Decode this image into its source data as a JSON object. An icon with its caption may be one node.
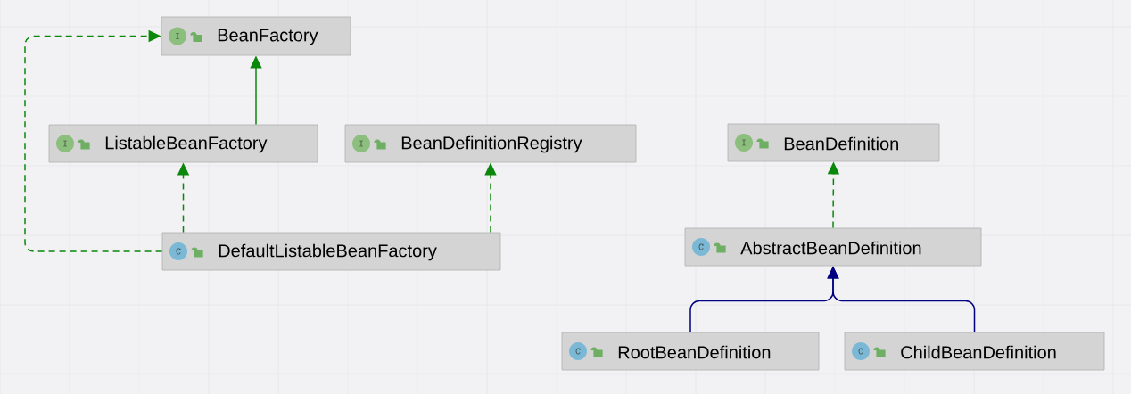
{
  "diagram": {
    "nodes": [
      {
        "text": [
          "I",
          "BeanFactory"
        ]
      },
      {
        "text": [
          "I",
          "ListableBeanFactory"
        ]
      },
      {
        "text": [
          "I",
          "BeanDefinitionRegistry"
        ]
      },
      {
        "text": [
          "C",
          "DefaultListableBeanFactory"
        ]
      },
      {
        "text": [
          "I",
          "BeanDefinition"
        ]
      },
      {
        "text": [
          "C",
          "AbstractBeanDefinition"
        ]
      },
      {
        "text": [
          "C",
          "RootBeanDefinition"
        ]
      },
      {
        "text": [
          "C",
          "ChildBeanDefinition"
        ]
      }
    ],
    "edges": [
      {
        "from": 1,
        "to": 0,
        "arrow": "to"
      },
      {
        "from": 3,
        "to": 1,
        "arrow": "to",
        "style": "dashed"
      },
      {
        "from": 3,
        "to": 2,
        "arrow": "to",
        "style": "dashed"
      },
      {
        "from": 3,
        "to": 0,
        "arrow": "to",
        "style": "dashed"
      },
      {
        "from": 5,
        "to": 4,
        "arrow": "to",
        "style": "dashed"
      },
      {
        "from": 6,
        "to": 5,
        "arrow": "to",
        "color": "#000080"
      },
      {
        "from": 7,
        "to": 5,
        "arrow": "to",
        "color": "#000080"
      }
    ]
  }
}
